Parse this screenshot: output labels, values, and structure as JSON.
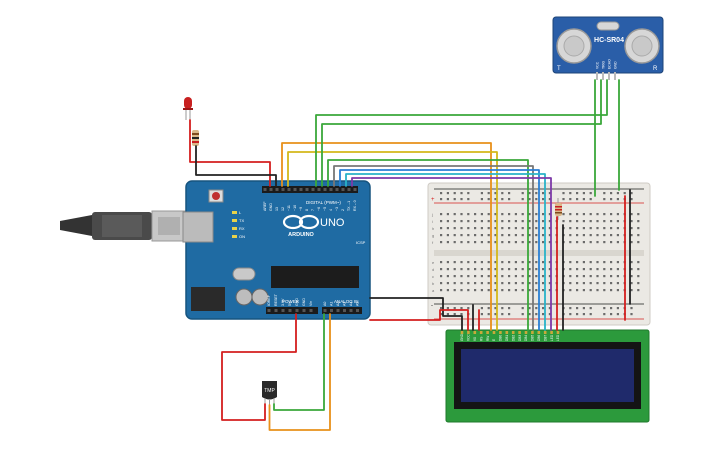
{
  "sensor": {
    "model": "HC-SR04",
    "pins": [
      "VCC",
      "TRIG",
      "ECHO",
      "GND"
    ],
    "corner_left": "T",
    "corner_right": "R"
  },
  "arduino": {
    "logo_text": "ARDUINO",
    "model": "UNO",
    "digital_label": "DIGITAL (PWM~)",
    "power_label": "POWER",
    "analog_label": "ANALOG IN",
    "icsp_label": "ICSP",
    "digital_pins": [
      "AREF",
      "GND",
      "13",
      "12",
      "~11",
      "~10",
      "~9",
      "8",
      "7",
      "~6",
      "~5",
      "4",
      "~3",
      "2",
      "TX→1",
      "RX←0"
    ],
    "power_pins": [
      "IOREF",
      "RESET",
      "3.3V",
      "5V",
      "GND",
      "GND",
      "Vin"
    ],
    "analog_pins": [
      "A0",
      "A1",
      "A2",
      "A3",
      "A4",
      "A5"
    ],
    "led_labels": [
      "L",
      "TX",
      "RX",
      "ON"
    ]
  },
  "breadboard": {
    "row_letters_top": [
      "j",
      "i",
      "h",
      "g",
      "f"
    ],
    "row_letters_bottom": [
      "e",
      "d",
      "c",
      "b",
      "a"
    ],
    "plus": "+",
    "minus": "-"
  },
  "temp_sensor": {
    "label": "TMP"
  },
  "lcd": {
    "pins": [
      "GND",
      "VCC",
      "V0",
      "RS",
      "RW",
      "E",
      "DB0",
      "DB1",
      "DB2",
      "DB3",
      "DB4",
      "DB5",
      "DB6",
      "DB7",
      "LED",
      "LED"
    ]
  },
  "colors": {
    "arduino_board": "#1f6ba3",
    "sensor_board": "#2a5ea8",
    "lcd_board": "#2c9a3c",
    "lcd_screen": "#1f2a6b",
    "breadboard": "#ebe9e4",
    "wire_red": "#d41f1f",
    "wire_black": "#222222",
    "wire_green": "#3aa83a",
    "wire_orange": "#e8901a",
    "wire_yellow": "#d4b81a",
    "wire_blue": "#2a7fd4",
    "wire_cyan": "#29b2c8",
    "wire_purple": "#7d3aa8",
    "wire_gray": "#777777"
  }
}
